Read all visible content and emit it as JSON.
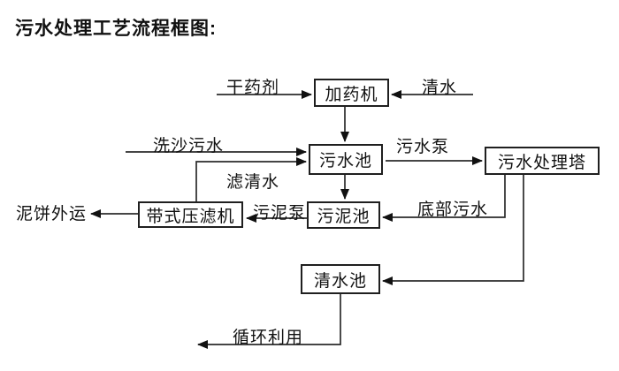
{
  "title": {
    "text": "污水处理工艺流程框图:"
  },
  "diagram": {
    "type": "flowchart",
    "background": "#ffffff",
    "line_color": "#2b2b2b",
    "border_color": "#1f1f1f",
    "text_color": "#111111",
    "nodes": {
      "dosing_machine": "加药机",
      "sewage_pool": "污水池",
      "treatment_tower": "污水处理塔",
      "sludge_pool": "污泥池",
      "belt_filter_press": "带式压滤机",
      "clean_water_pool": "清水池"
    },
    "edge_labels": {
      "dry_chemical": "干药剂",
      "clean_water": "清水",
      "sand_washing_sewage": "洗沙污水",
      "sewage_pump": "污水泵",
      "filtered_water": "滤清水",
      "sludge_pump": "污泥泵",
      "bottom_sewage": "底部污水",
      "mud_cake_outbound": "泥饼外运",
      "recycling": "循环利用"
    },
    "edges": [
      {
        "from": "external_input",
        "to": "dosing_machine",
        "label": "干药剂"
      },
      {
        "from": "external_input",
        "to": "dosing_machine",
        "label": "清水"
      },
      {
        "from": "dosing_machine",
        "to": "sewage_pool",
        "label": ""
      },
      {
        "from": "external_input",
        "to": "sewage_pool",
        "label": "洗沙污水"
      },
      {
        "from": "belt_filter_press",
        "to": "sewage_pool",
        "label": "滤清水"
      },
      {
        "from": "sewage_pool",
        "to": "treatment_tower",
        "label": "污水泵"
      },
      {
        "from": "sewage_pool",
        "to": "sludge_pool",
        "label": ""
      },
      {
        "from": "treatment_tower",
        "to": "sludge_pool",
        "label": "底部污水"
      },
      {
        "from": "sludge_pool",
        "to": "belt_filter_press",
        "label": "污泥泵"
      },
      {
        "from": "belt_filter_press",
        "to": "external_output",
        "label": "泥饼外运"
      },
      {
        "from": "treatment_tower",
        "to": "clean_water_pool",
        "label": ""
      },
      {
        "from": "clean_water_pool",
        "to": "external_output",
        "label": "循环利用"
      }
    ]
  }
}
